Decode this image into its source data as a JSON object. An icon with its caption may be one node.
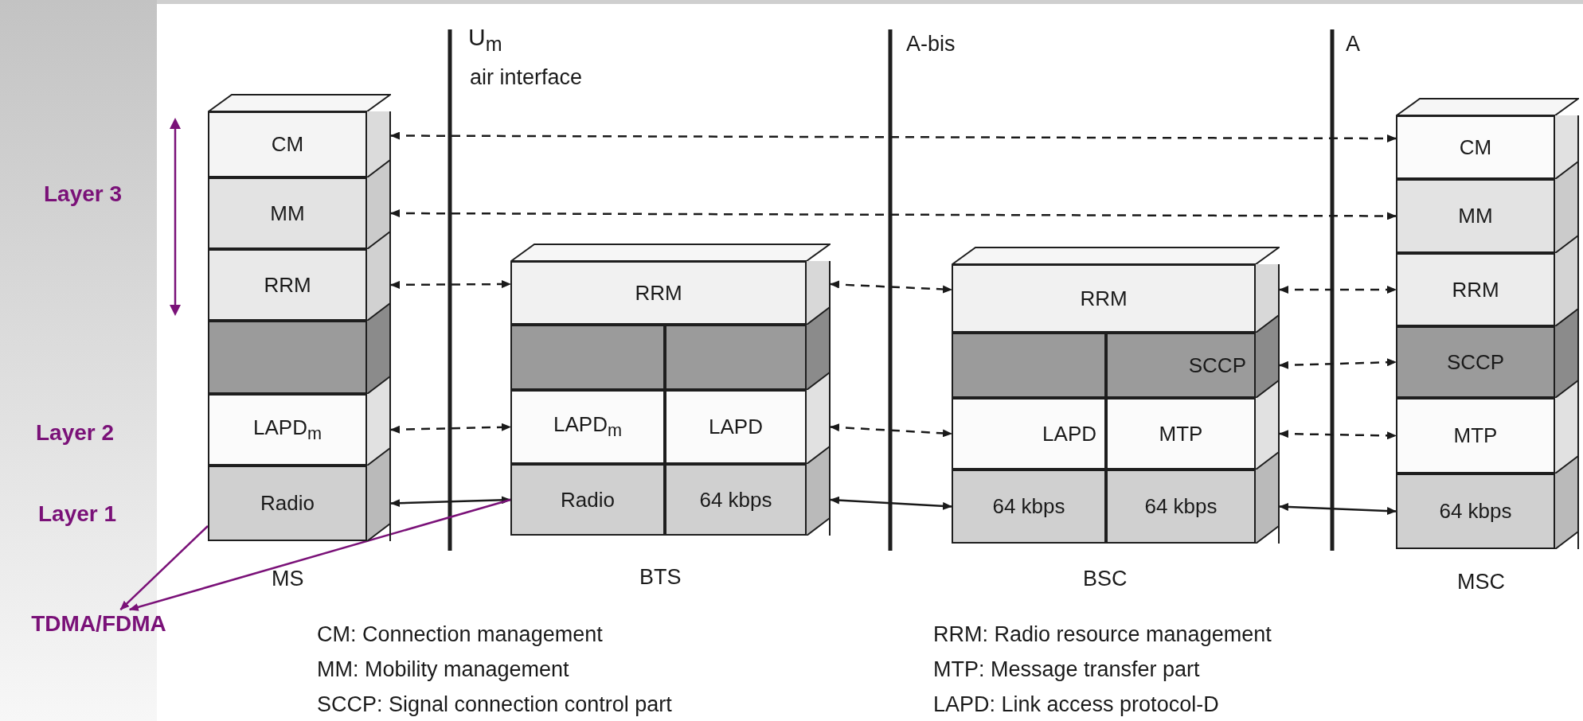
{
  "diagram": {
    "nodes": [
      {
        "text": [
          "CM"
        ]
      },
      {
        "text": [
          "MM"
        ]
      },
      {
        "text": [
          "RRM"
        ]
      },
      {
        "text": [],
        "shape": "box"
      },
      {
        "text": [
          "LAPD$_{m}$"
        ]
      },
      {
        "text": [
          "Radio"
        ]
      },
      {
        "text": [
          "RRM"
        ]
      },
      {
        "text": [],
        "shape": "box"
      },
      {
        "text": [],
        "shape": "box"
      },
      {
        "text": [
          "LAPD$_{m}$"
        ]
      },
      {
        "text": [
          "LAPD"
        ]
      },
      {
        "text": [
          "Radio"
        ]
      },
      {
        "text": [
          "64 kbps"
        ]
      },
      {
        "text": [
          "RRM"
        ]
      },
      {
        "text": [],
        "shape": "box"
      },
      {
        "text": [
          "SCCP"
        ]
      },
      {
        "text": [
          "LAPD"
        ]
      },
      {
        "text": [
          "MTP"
        ]
      },
      {
        "text": [
          "64 kbps"
        ]
      },
      {
        "text": [
          "64 kbps"
        ]
      },
      {
        "text": [
          "CM"
        ]
      },
      {
        "text": [
          "MM"
        ]
      },
      {
        "text": [
          "RRM"
        ]
      },
      {
        "text": [
          "SCCP"
        ]
      },
      {
        "text": [
          "MTP"
        ]
      },
      {
        "text": [
          "64 kbps"
        ]
      },
      {
        "text": [
          "TDMA/FDMA"
        ]
      }
    ],
    "edges": [
      {
        "from": 0,
        "to": 20,
        "arrow": "both",
        "style": "dashed"
      },
      {
        "from": 1,
        "to": 21,
        "arrow": "both",
        "style": "dashed"
      },
      {
        "from": 2,
        "to": 6,
        "arrow": "both",
        "style": "dashed"
      },
      {
        "from": 4,
        "to": 9,
        "arrow": "both",
        "style": "dashed"
      },
      {
        "from": 5,
        "to": 11,
        "arrow": "both"
      },
      {
        "from": 6,
        "to": 13,
        "arrow": "both",
        "style": "dashed"
      },
      {
        "from": 10,
        "to": 16,
        "arrow": "both",
        "style": "dashed"
      },
      {
        "from": 12,
        "to": 18,
        "arrow": "both"
      },
      {
        "from": 13,
        "to": 22,
        "arrow": "both",
        "style": "dashed"
      },
      {
        "from": 15,
        "to": 23,
        "arrow": "both",
        "style": "dashed"
      },
      {
        "from": 17,
        "to": 24,
        "arrow": "both",
        "style": "dashed"
      },
      {
        "from": 19,
        "to": 25,
        "arrow": "both"
      },
      {
        "from": 5,
        "to": 26,
        "arrow": "to",
        "color": "#7a1178"
      },
      {
        "from": 11,
        "to": 26,
        "arrow": "to",
        "color": "#7a1178"
      }
    ],
    "labels": [
      "U$_{m}$",
      "air interface",
      "A-bis",
      "A",
      "Layer 3",
      "Layer 2",
      "Layer 1",
      "MS",
      "BTS",
      "BSC",
      "MSC",
      "CM: Connection management",
      "RRM: Radio resource management",
      "MM: Mobility management",
      "MTP: Message transfer part",
      "SCCP: Signal connection control part",
      "LAPD: Link access protocol-D"
    ]
  }
}
